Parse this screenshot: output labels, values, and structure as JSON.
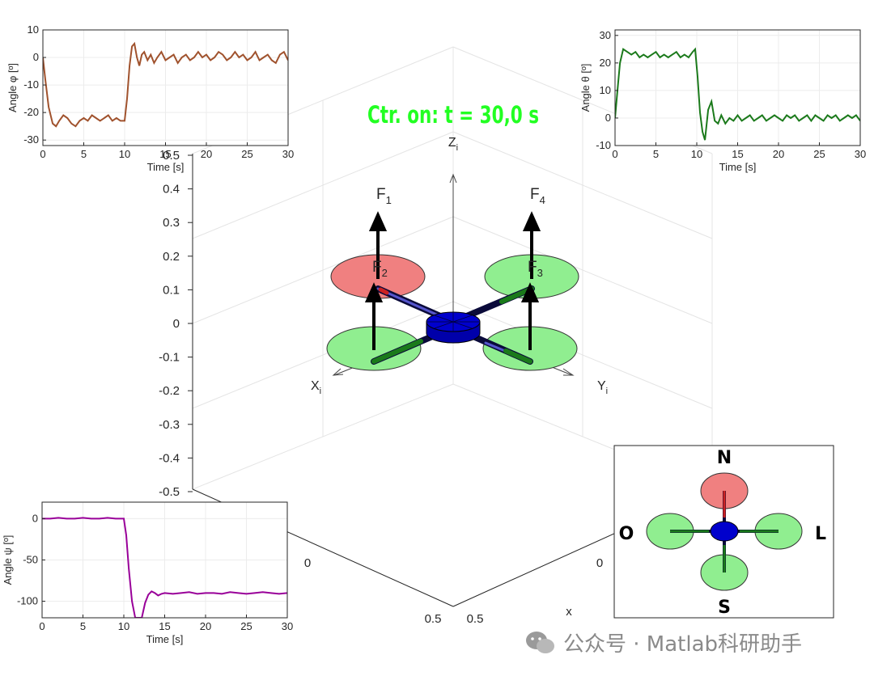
{
  "title_banner": "Ctr. on: t = 30,0 s",
  "colors": {
    "phi": "#A0522D",
    "theta": "#1B7A1B",
    "psi": "#990099",
    "banner": "#22FF22",
    "rotor_red": "#F08080",
    "rotor_green": "#90EE90",
    "hub": "#0000CC",
    "arm": "#0A0A3A"
  },
  "main_plot": {
    "z_ticks": [
      "0.5",
      "0.4",
      "0.3",
      "0.2",
      "0.1",
      "0",
      "-0.1",
      "-0.2",
      "-0.3",
      "-0.4",
      "-0.5"
    ],
    "x_ticks": [
      "0",
      "0.5"
    ],
    "y_ticks": [
      "0",
      "0.5"
    ],
    "x_label": "x",
    "axis_labels": {
      "z": "Z",
      "x": "X",
      "y": "Y",
      "sub": "i"
    },
    "forces": [
      {
        "name": "F",
        "sub": "1"
      },
      {
        "name": "F",
        "sub": "2"
      },
      {
        "name": "F",
        "sub": "3"
      },
      {
        "name": "F",
        "sub": "4"
      }
    ]
  },
  "compass": {
    "north": "N",
    "south": "S",
    "east": "L",
    "west": "O"
  },
  "watermark": "公众号 · Matlab科研助手",
  "chart_data": [
    {
      "type": "line",
      "name": "roll",
      "ylabel": "Angle φ [º]",
      "xlabel": "Time [s]",
      "xlim": [
        0,
        30
      ],
      "ylim": [
        -32,
        10
      ],
      "x_ticks": [
        0,
        5,
        10,
        15,
        20,
        25,
        30
      ],
      "y_ticks": [
        -30,
        -20,
        -10,
        0,
        10
      ],
      "grid": true,
      "x": [
        0,
        0.3,
        0.7,
        1.2,
        1.6,
        2.0,
        2.5,
        3.0,
        3.5,
        4.0,
        4.5,
        5.0,
        5.5,
        6.0,
        6.5,
        7.0,
        7.5,
        8.0,
        8.5,
        9.0,
        9.5,
        10.0,
        10.3,
        10.6,
        10.9,
        11.2,
        11.5,
        11.8,
        12.1,
        12.4,
        12.8,
        13.2,
        13.6,
        14.0,
        14.5,
        15.0,
        15.5,
        16.0,
        16.5,
        17.0,
        17.5,
        18.0,
        18.5,
        19.0,
        19.5,
        20.0,
        20.5,
        21.0,
        21.5,
        22.0,
        22.5,
        23.0,
        23.5,
        24.0,
        24.5,
        25.0,
        25.5,
        26.0,
        26.5,
        27.0,
        27.5,
        28.0,
        28.5,
        29.0,
        29.5,
        30.0
      ],
      "y": [
        0,
        -8,
        -18,
        -24,
        -25,
        -23,
        -21,
        -22,
        -24,
        -25,
        -23,
        -22,
        -23,
        -21,
        -22,
        -23,
        -22,
        -21,
        -23,
        -22,
        -23,
        -23,
        -15,
        -3,
        4,
        5,
        0,
        -3,
        1,
        2,
        -1,
        1,
        -2,
        0,
        2,
        -1,
        0,
        1,
        -2,
        0,
        1,
        -1,
        0,
        2,
        0,
        1,
        -1,
        0,
        2,
        1,
        -1,
        0,
        2,
        0,
        1,
        -1,
        0,
        2,
        -1,
        0,
        1,
        -1,
        -2,
        1,
        2,
        -1
      ]
    },
    {
      "type": "line",
      "name": "pitch",
      "ylabel": "Angle θ [º]",
      "xlabel": "Time [s]",
      "xlim": [
        0,
        30
      ],
      "ylim": [
        -10,
        32
      ],
      "x_ticks": [
        0,
        5,
        10,
        15,
        20,
        25,
        30
      ],
      "y_ticks": [
        -10,
        0,
        10,
        20,
        30
      ],
      "grid": true,
      "x": [
        0,
        0.3,
        0.6,
        1.0,
        1.5,
        2.0,
        2.5,
        3.0,
        3.5,
        4.0,
        4.5,
        5.0,
        5.5,
        6.0,
        6.5,
        7.0,
        7.5,
        8.0,
        8.5,
        9.0,
        9.5,
        9.8,
        10.1,
        10.4,
        10.7,
        11.0,
        11.4,
        11.8,
        12.2,
        12.6,
        13.0,
        13.5,
        14.0,
        14.5,
        15.0,
        15.5,
        16.0,
        16.5,
        17.0,
        17.5,
        18.0,
        18.5,
        19.0,
        19.5,
        20.0,
        20.5,
        21.0,
        21.5,
        22.0,
        22.5,
        23.0,
        23.5,
        24.0,
        24.5,
        25.0,
        25.5,
        26.0,
        26.5,
        27.0,
        27.5,
        28.0,
        28.5,
        29.0,
        29.5,
        30.0
      ],
      "y": [
        0,
        10,
        20,
        25,
        24,
        23,
        24,
        22,
        23,
        22,
        23,
        24,
        22,
        23,
        22,
        23,
        24,
        22,
        23,
        22,
        24,
        25,
        15,
        2,
        -5,
        -8,
        3,
        6,
        -1,
        -2,
        1,
        -2,
        0,
        -1,
        1,
        -1,
        0,
        1,
        -1,
        0,
        1,
        -1,
        0,
        1,
        0,
        -1,
        1,
        0,
        1,
        -1,
        0,
        1,
        -1,
        1,
        0,
        -1,
        1,
        0,
        1,
        -1,
        0,
        1,
        0,
        1,
        -1
      ]
    },
    {
      "type": "line",
      "name": "yaw",
      "ylabel": "Angle ψ [º]",
      "xlabel": "Time [s]",
      "xlim": [
        0,
        30
      ],
      "ylim": [
        -120,
        20
      ],
      "x_ticks": [
        0,
        5,
        10,
        15,
        20,
        25,
        30
      ],
      "y_ticks": [
        -100,
        -50,
        0
      ],
      "grid": true,
      "x": [
        0,
        1,
        2,
        3,
        4,
        5,
        6,
        7,
        8,
        9,
        10,
        10.3,
        10.6,
        11.0,
        11.4,
        11.8,
        12.2,
        12.6,
        13.0,
        13.4,
        13.8,
        14.2,
        14.6,
        15.0,
        16,
        17,
        18,
        19,
        20,
        21,
        22,
        23,
        24,
        25,
        26,
        27,
        28,
        29,
        30
      ],
      "y": [
        0,
        0,
        1,
        0,
        0,
        1,
        0,
        0,
        1,
        0,
        0,
        -20,
        -60,
        -100,
        -120,
        -120,
        -120,
        -102,
        -92,
        -88,
        -90,
        -93,
        -91,
        -90,
        -91,
        -90,
        -89,
        -91,
        -90,
        -90,
        -91,
        -89,
        -90,
        -91,
        -90,
        -89,
        -90,
        -91,
        -90
      ]
    }
  ]
}
